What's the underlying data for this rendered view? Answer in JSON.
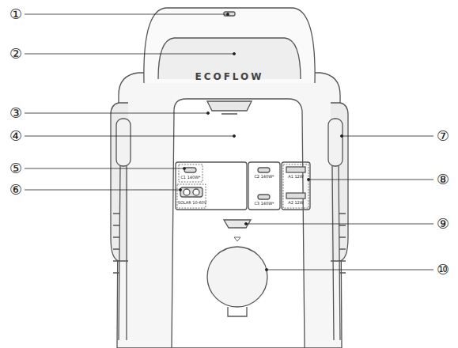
{
  "diagram": {
    "labels": [
      "①",
      "②",
      "③",
      "④",
      "⑤",
      "⑥",
      "⑦",
      "⑧",
      "⑨",
      "⑩",
      "ECOFLOW",
      "C1 140W*",
      "SOLAR 10-60V",
      "C2 140W*",
      "C3 140W*",
      "A1 12W",
      "A2 12W"
    ]
  }
}
